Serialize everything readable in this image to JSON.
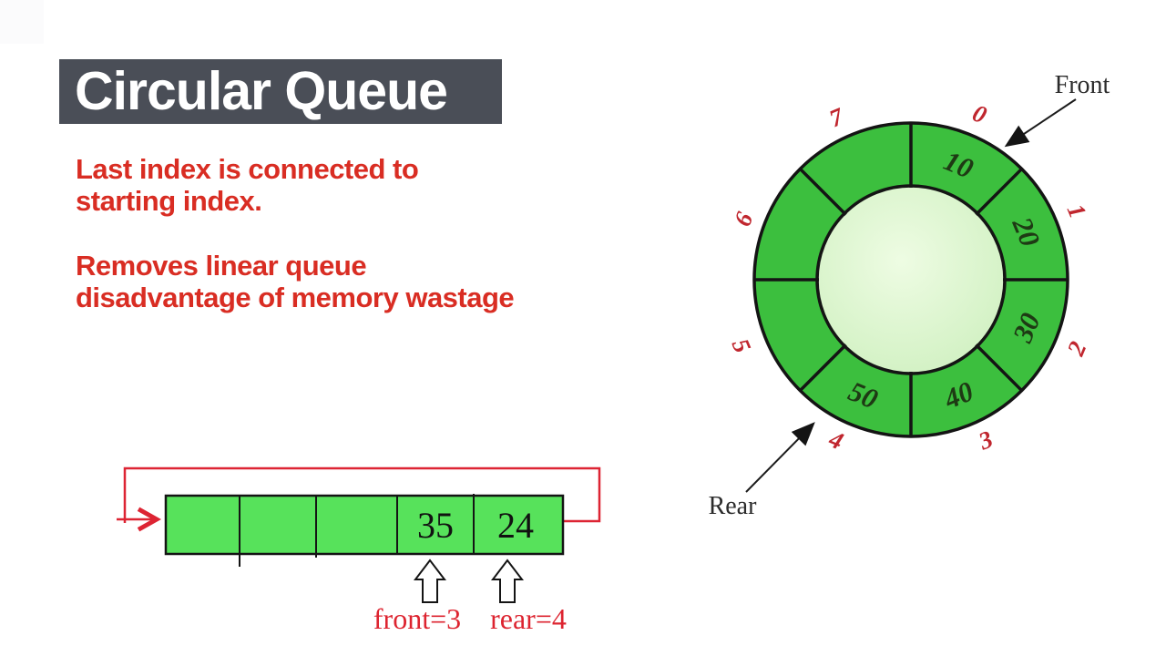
{
  "slide": {
    "title": "Circular Queue",
    "notes": [
      {
        "line1": "Last index is connected to",
        "line2": "starting index."
      },
      {
        "line1": "Removes linear queue",
        "line2": "disadvantage of memory wastage"
      }
    ]
  },
  "circular_queue": {
    "front_label": "Front",
    "rear_label": "Rear",
    "indices": [
      "0",
      "1",
      "2",
      "3",
      "4",
      "5",
      "6",
      "7"
    ],
    "slot_values": [
      "10",
      "20",
      "30",
      "40",
      "50",
      "",
      "",
      ""
    ]
  },
  "linear_queue": {
    "cells": [
      "",
      "",
      "",
      "35",
      "24"
    ],
    "front_pointer": "front=3",
    "rear_pointer": "rear=4"
  },
  "colors": {
    "title_bg": "#4a4e57",
    "note_red": "#d92d23",
    "ring_green": "#3cbf3e",
    "inner_green_edge": "#d2f3c4",
    "cell_green": "#57e25b",
    "index_red": "#c0262e",
    "loop_red": "#dd2433"
  }
}
